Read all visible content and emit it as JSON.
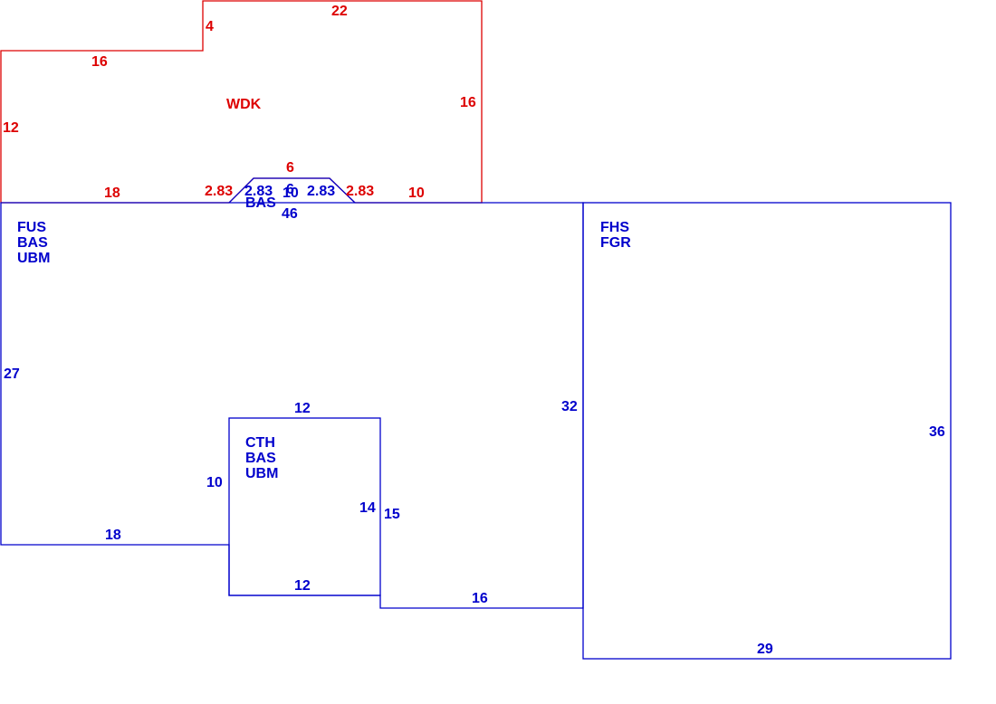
{
  "colors": {
    "structure": "#0000cc",
    "deck": "#dd0000",
    "background": "#ffffff"
  },
  "areas": {
    "wdk": {
      "label": "WDK"
    },
    "main": {
      "codes": [
        "FUS",
        "BAS",
        "UBM"
      ]
    },
    "bay": {
      "code": "BAS"
    },
    "cth": {
      "codes": [
        "CTH",
        "BAS",
        "UBM"
      ]
    },
    "garage": {
      "codes": [
        "FHS",
        "FGR"
      ]
    }
  },
  "dimensions": {
    "wdk": {
      "top": "22",
      "step_vertical": "4",
      "upper_left": "16",
      "left": "12",
      "right": "16",
      "bottom_left": "18",
      "bottom_right": "10",
      "bay_top": "6",
      "bay_left_diag": "2.83",
      "bay_right_diag": "2.83"
    },
    "bay": {
      "top": "6",
      "left_diag": "2.83",
      "right_diag": "2.83",
      "base": "10"
    },
    "main": {
      "top": "46",
      "left": "27",
      "bottom_left": "18",
      "right": "32",
      "bottom_right": "16",
      "right_lower": "15"
    },
    "cth": {
      "top": "12",
      "left": "10",
      "right": "14",
      "bottom": "12"
    },
    "garage": {
      "right": "36",
      "bottom": "29"
    }
  }
}
